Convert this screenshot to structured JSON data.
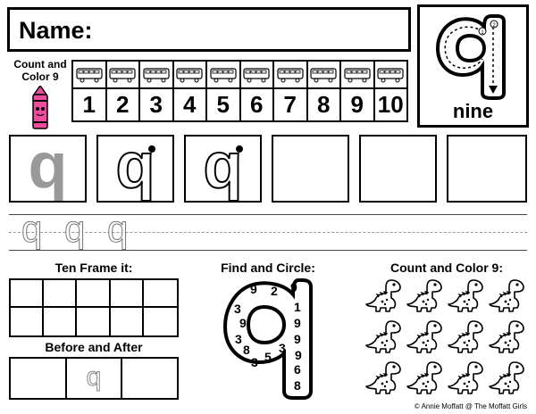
{
  "header": {
    "name_label": "Name:"
  },
  "trace": {
    "word": "nine",
    "start_marks": [
      "1",
      "2"
    ]
  },
  "count_color_top": {
    "title_line1": "Count and",
    "title_line2": "Color 9",
    "numbers": [
      "1",
      "2",
      "3",
      "4",
      "5",
      "6",
      "7",
      "8",
      "9",
      "10"
    ]
  },
  "letter": "q",
  "sections": {
    "ten_frame": "Ten Frame it:",
    "before_after": "Before and After",
    "find_circle": "Find and Circle:",
    "count_color": "Count and Color 9:"
  },
  "find_circle_numbers": [
    {
      "n": "9"
    },
    {
      "n": "2"
    },
    {
      "n": "9"
    },
    {
      "n": "3"
    },
    {
      "n": "1"
    },
    {
      "n": "9"
    },
    {
      "n": "9"
    },
    {
      "n": "3"
    },
    {
      "n": "9"
    },
    {
      "n": "8"
    },
    {
      "n": "3"
    },
    {
      "n": "5"
    },
    {
      "n": "3"
    },
    {
      "n": "9"
    },
    {
      "n": "6"
    },
    {
      "n": "8"
    }
  ],
  "dinosaur_count": 12,
  "credit": "© Annie Moffatt @ The Moffatt Girls"
}
